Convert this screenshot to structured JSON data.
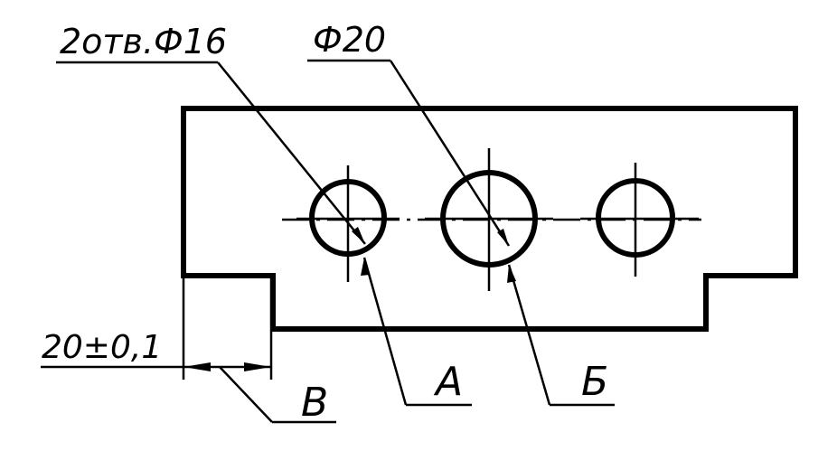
{
  "drawing": {
    "labels": {
      "holes_note": "2отв.Ф16",
      "diameter_note": "Ф20",
      "tolerance_note": "20±0,1",
      "leader_a": "А",
      "leader_b": "Б",
      "leader_v": "В"
    },
    "colors": {
      "ink": "#000000",
      "paper": "#ffffff"
    }
  }
}
